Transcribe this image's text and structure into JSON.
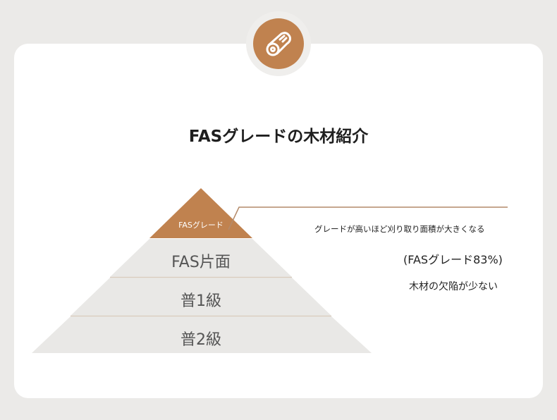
{
  "header": {
    "icon": "wood-log-icon",
    "title": "FASグレードの木材紹介"
  },
  "pyramid": {
    "levels": [
      "FASグレード",
      "FAS片面",
      "普1級",
      "普2級"
    ]
  },
  "notes": {
    "area": "グレードが高いほど刈り取り面積が大きくなる",
    "percent": "(FASグレード83%)",
    "defects": "木材の欠陥が少ない"
  },
  "colors": {
    "accent": "#c0824f",
    "band": "#e9e8e6",
    "background": "#ebeae8"
  }
}
